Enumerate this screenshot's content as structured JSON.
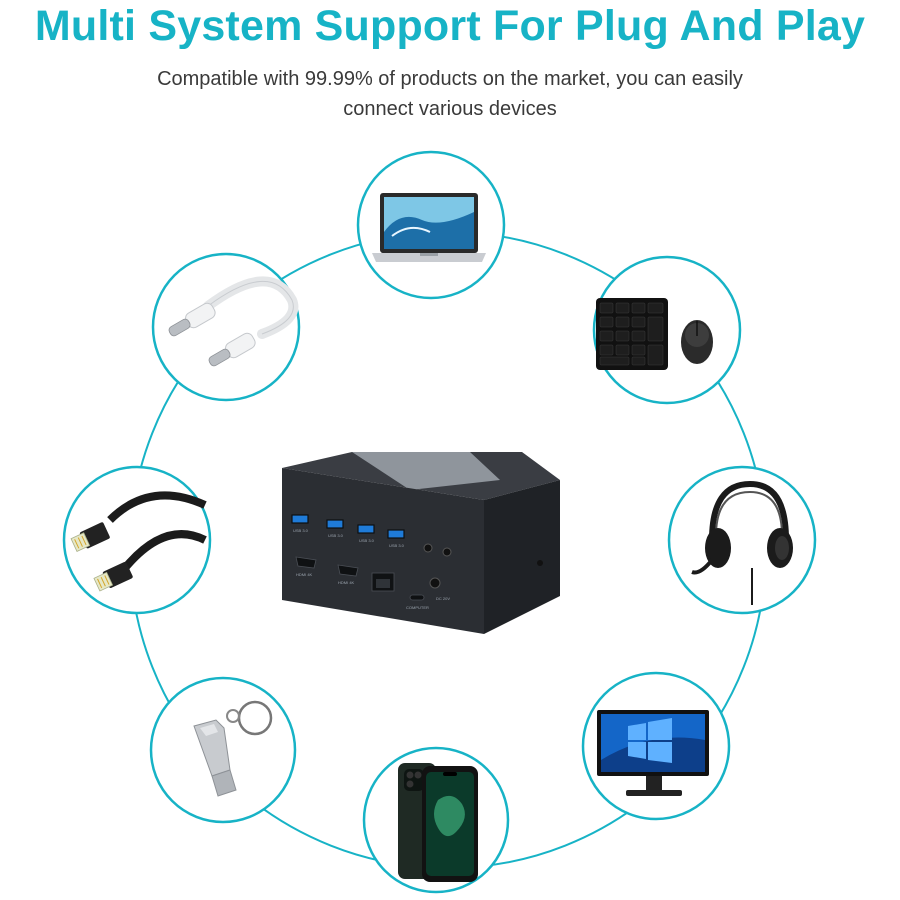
{
  "header": {
    "title": "Multi System Support For Plug And Play",
    "subtitle_line1": "Compatible with 99.99% of products on the market, you can easily",
    "subtitle_line2": "connect various devices"
  },
  "colors": {
    "accent": "#17b3c6",
    "dock_body": "#2b2e33",
    "usb_port": "#1f7bd8"
  },
  "devices": [
    {
      "name": "laptop",
      "icon": "laptop-icon"
    },
    {
      "name": "keyboard and mouse",
      "icon": "keyboard-mouse-icon"
    },
    {
      "name": "headset",
      "icon": "headset-icon"
    },
    {
      "name": "monitor",
      "icon": "monitor-icon"
    },
    {
      "name": "smartphone",
      "icon": "smartphone-icon"
    },
    {
      "name": "usb flash drive",
      "icon": "usb-drive-icon"
    },
    {
      "name": "ethernet cable",
      "icon": "ethernet-cable-icon"
    },
    {
      "name": "usb-c cable",
      "icon": "usb-c-cable-icon"
    }
  ],
  "dock": {
    "usb_labels": [
      "USB 3.0",
      "USB 3.0",
      "USB 3.0",
      "USB 3.0"
    ],
    "hdmi_labels": [
      "HDMI 4K",
      "HDMI 4K"
    ],
    "computer_label": "COMPUTER",
    "dc_label": "DC 20V"
  }
}
